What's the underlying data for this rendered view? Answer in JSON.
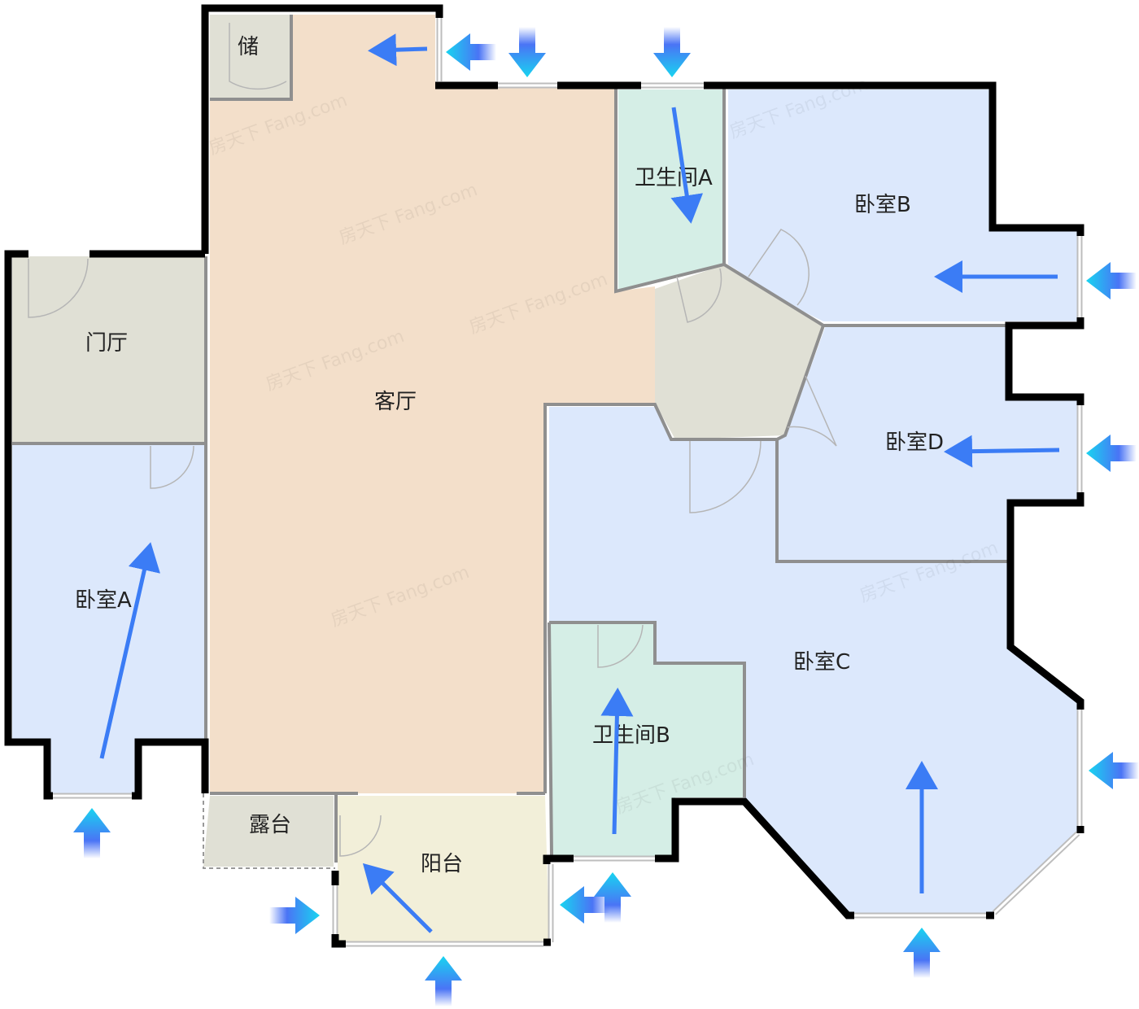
{
  "title": "户型图",
  "rooms": {
    "storage": "储",
    "living": "客厅",
    "foyer": "门厅",
    "bedroom_a": "卧室A",
    "bedroom_b": "卧室B",
    "bedroom_c": "卧室C",
    "bedroom_d": "卧室D",
    "bathroom_a": "卫生间A",
    "bathroom_b": "卫生间B",
    "terrace": "露台",
    "balcony": "阳台"
  },
  "watermark": "房天下 Fang.com",
  "colors": {
    "living": "#f3dfca",
    "neutral": "#e0e0d5",
    "bedroom": "#dce8fc",
    "bathroom": "#d5eee6",
    "balcony": "#f2efd9",
    "flow_arrow": "#3b7cf5",
    "wind_tip": "#18d4f0",
    "wind_tail": "#4a74f5"
  },
  "icons": {
    "airflow": "airflow-arrow-icon",
    "wind_in": "wind-inlet-arrow-icon"
  }
}
